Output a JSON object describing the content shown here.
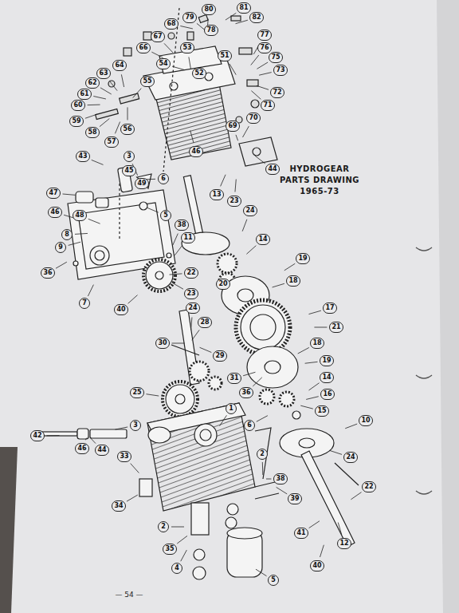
{
  "diagram": {
    "title": "HYDROGEAR PARTS DRAWING 1965-73",
    "labels": [
      "80",
      "81",
      "79",
      "82",
      "68",
      "78",
      "77",
      "53",
      "67",
      "76",
      "66",
      "75",
      "51",
      "54",
      "64",
      "63",
      "52",
      "73",
      "55",
      "62",
      "72",
      "61",
      "60",
      "71",
      "70",
      "59",
      "69",
      "56",
      "58",
      "57",
      "3",
      "46",
      "43",
      "44",
      "45",
      "49",
      "47",
      "6",
      "13",
      "23",
      "24",
      "5",
      "38",
      "46",
      "48",
      "8",
      "11",
      "14",
      "9",
      "22",
      "36",
      "20",
      "23",
      "19",
      "18",
      "24",
      "7",
      "40",
      "17",
      "28",
      "21",
      "18",
      "30",
      "29",
      "19",
      "31",
      "14",
      "25",
      "16",
      "36",
      "1",
      "15",
      "10",
      "3",
      "6",
      "42",
      "46",
      "44",
      "33",
      "2",
      "24",
      "38",
      "22",
      "39",
      "34",
      "2",
      "41",
      "12",
      "35",
      "40",
      "4",
      "5",
      "— 54 —"
    ]
  }
}
